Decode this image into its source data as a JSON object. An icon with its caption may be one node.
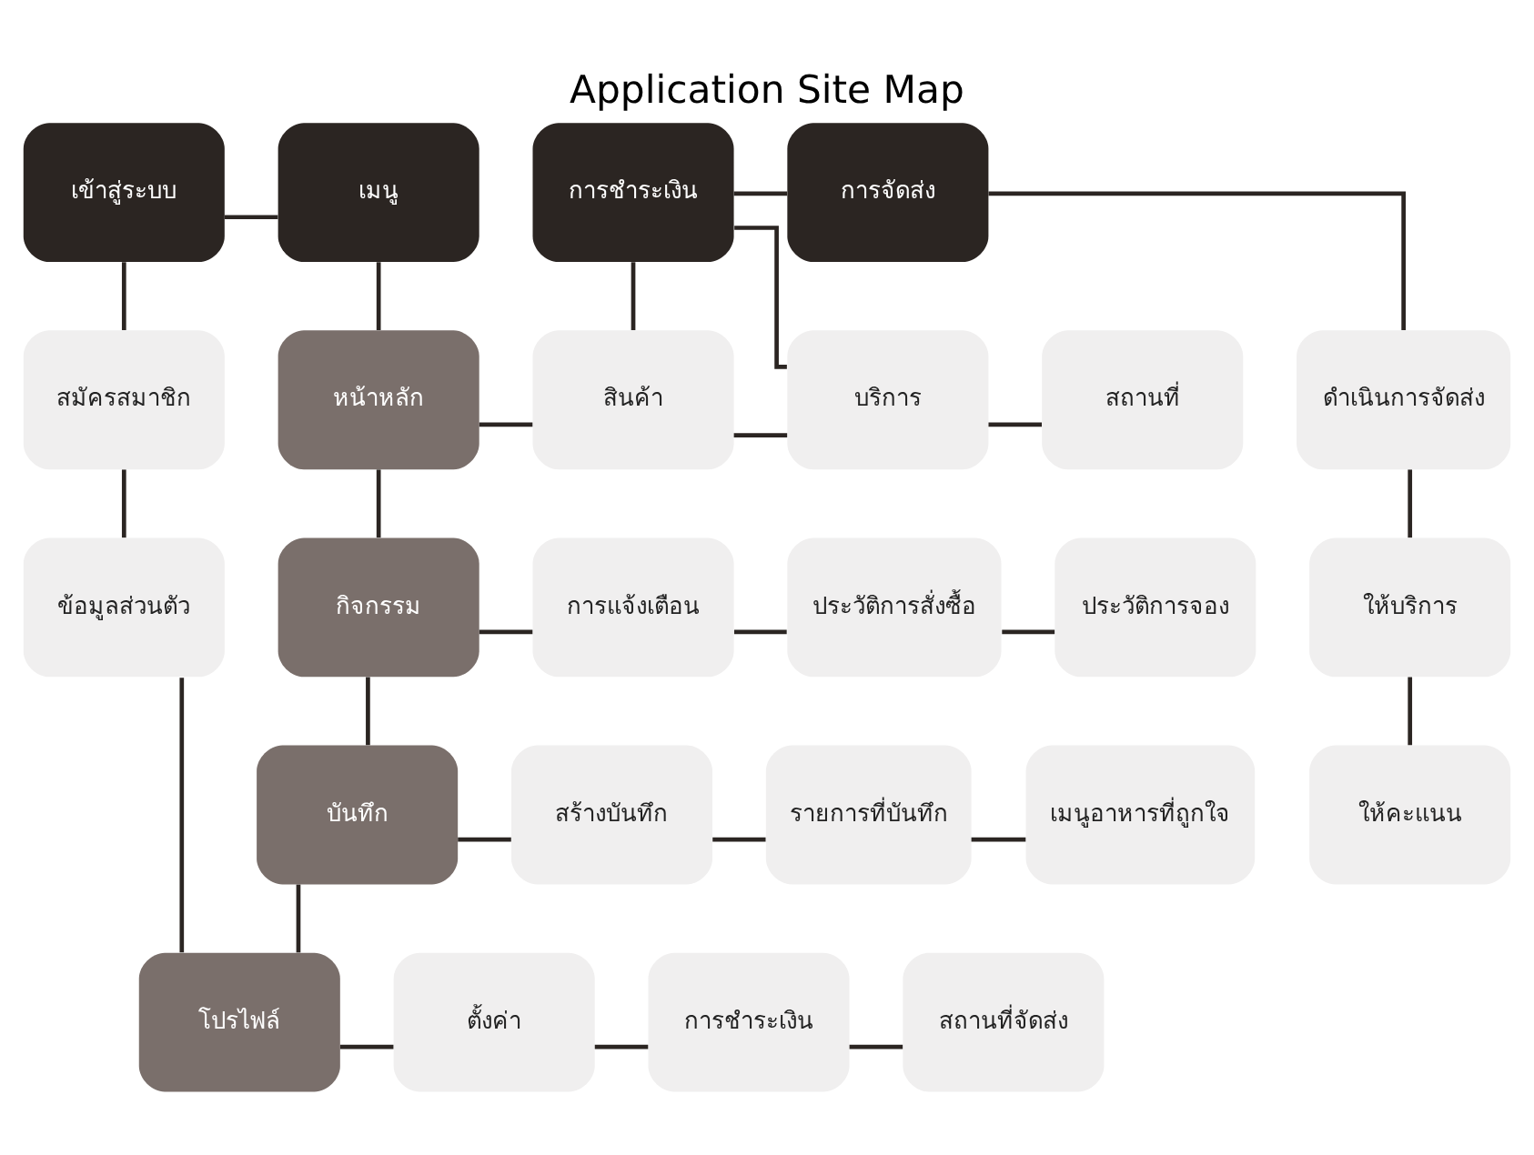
{
  "diagram": {
    "title": "Application Site Map",
    "nodes": [
      {
        "text": [
          "เข้าสู่ระบบ"
        ]
      },
      {
        "text": [
          "เมนู"
        ]
      },
      {
        "text": [
          "การชำระเงิน"
        ]
      },
      {
        "text": [
          "การจัดส่ง"
        ]
      },
      {
        "text": [
          "สมัครสมาชิก"
        ]
      },
      {
        "text": [
          "หน้าหลัก"
        ]
      },
      {
        "text": [
          "สินค้า"
        ]
      },
      {
        "text": [
          "บริการ"
        ]
      },
      {
        "text": [
          "สถานที่"
        ]
      },
      {
        "text": [
          "ดำเนินการจัดส่ง"
        ]
      },
      {
        "text": [
          "ข้อมูลส่วนตัว"
        ]
      },
      {
        "text": [
          "กิจกรรม"
        ]
      },
      {
        "text": [
          "การแจ้งเตือน"
        ]
      },
      {
        "text": [
          "ประวัติการสั่งซื้อ"
        ]
      },
      {
        "text": [
          "ประวัติการจอง"
        ]
      },
      {
        "text": [
          "ให้บริการ"
        ]
      },
      {
        "text": [
          "บันทึก"
        ]
      },
      {
        "text": [
          "สร้างบันทึก"
        ]
      },
      {
        "text": [
          "รายการที่บันทึก"
        ]
      },
      {
        "text": [
          "เมนูอาหารที่ถูกใจ"
        ]
      },
      {
        "text": [
          "ให้คะแนน"
        ]
      },
      {
        "text": [
          "โปรไฟล์"
        ]
      },
      {
        "text": [
          "ตั้งค่า"
        ]
      },
      {
        "text": [
          "การชำระเงิน"
        ]
      },
      {
        "text": [
          "สถานที่จัดส่ง"
        ]
      }
    ],
    "edges": [
      {
        "from": 0,
        "to": 1,
        "arrow": "none"
      },
      {
        "from": 2,
        "to": 3,
        "arrow": "none"
      },
      {
        "from": 0,
        "to": 4,
        "arrow": "none"
      },
      {
        "from": 1,
        "to": 5,
        "arrow": "none"
      },
      {
        "from": 2,
        "to": 6,
        "arrow": "none"
      },
      {
        "from": 2,
        "to": 7,
        "arrow": "none"
      },
      {
        "from": 3,
        "to": 9,
        "arrow": "none"
      },
      {
        "from": 5,
        "to": 6,
        "arrow": "none"
      },
      {
        "from": 6,
        "to": 7,
        "arrow": "none"
      },
      {
        "from": 7,
        "to": 8,
        "arrow": "none"
      },
      {
        "from": 4,
        "to": 10,
        "arrow": "none"
      },
      {
        "from": 5,
        "to": 11,
        "arrow": "none"
      },
      {
        "from": 11,
        "to": 12,
        "arrow": "none"
      },
      {
        "from": 12,
        "to": 13,
        "arrow": "none"
      },
      {
        "from": 13,
        "to": 14,
        "arrow": "none"
      },
      {
        "from": 9,
        "to": 15,
        "arrow": "none"
      },
      {
        "from": 11,
        "to": 16,
        "arrow": "none"
      },
      {
        "from": 16,
        "to": 17,
        "arrow": "none"
      },
      {
        "from": 17,
        "to": 18,
        "arrow": "none"
      },
      {
        "from": 18,
        "to": 19,
        "arrow": "none"
      },
      {
        "from": 15,
        "to": 20,
        "arrow": "none"
      },
      {
        "from": 10,
        "to": 21,
        "arrow": "none"
      },
      {
        "from": 16,
        "to": 21,
        "arrow": "none"
      },
      {
        "from": 21,
        "to": 22,
        "arrow": "none"
      },
      {
        "from": 22,
        "to": 23,
        "arrow": "none"
      },
      {
        "from": 23,
        "to": 24,
        "arrow": "none"
      }
    ]
  }
}
